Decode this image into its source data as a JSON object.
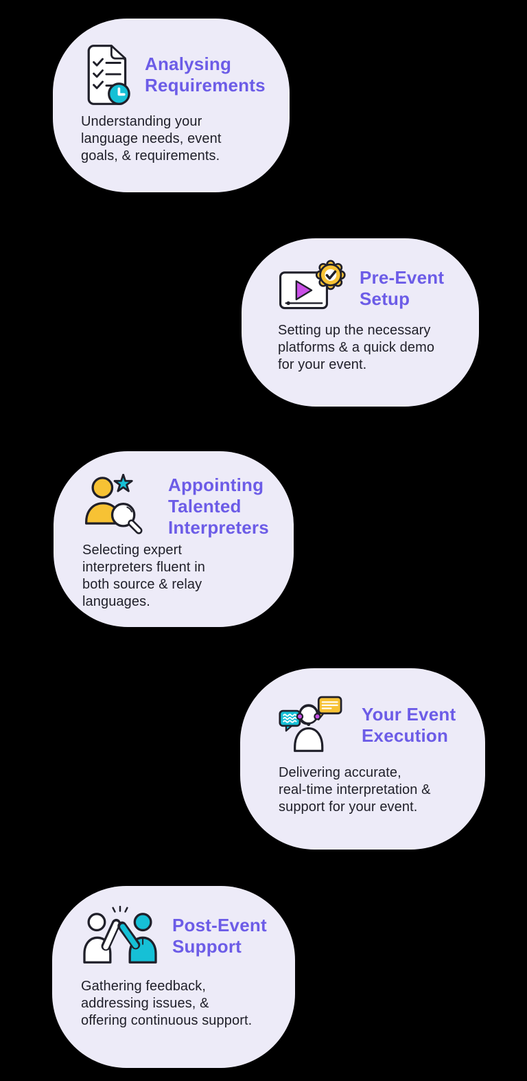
{
  "colors": {
    "canvas-bg": "#000000",
    "card-bg": "#EDEBF8",
    "accent": "#6C5CE7",
    "ink": "#20202A",
    "teal": "#16C0D6",
    "yellow": "#F7C234",
    "magenta": "#C94FE6"
  },
  "cards": [
    {
      "icon": "document-checklist-clock-icon",
      "title": "Analysing\nRequirements",
      "description": "Understanding your\nlanguage needs, event\ngoals, & requirements."
    },
    {
      "icon": "video-player-gear-icon",
      "title": "Pre-Event\nSetup",
      "description": "Setting up the necessary\nplatforms & a quick demo\nfor your event."
    },
    {
      "icon": "person-star-magnifier-icon",
      "title": "Appointing\nTalented\nInterpreters",
      "description": "Selecting expert\ninterpreters fluent in\nboth source & relay\nlanguages."
    },
    {
      "icon": "headset-agent-chat-icon",
      "title": "Your Event\nExecution",
      "description": "Delivering accurate,\nreal-time interpretation &\nsupport for your event."
    },
    {
      "icon": "high-five-support-icon",
      "title": "Post-Event\nSupport",
      "description": "Gathering feedback,\naddressing issues, &\noffering continuous support."
    }
  ]
}
